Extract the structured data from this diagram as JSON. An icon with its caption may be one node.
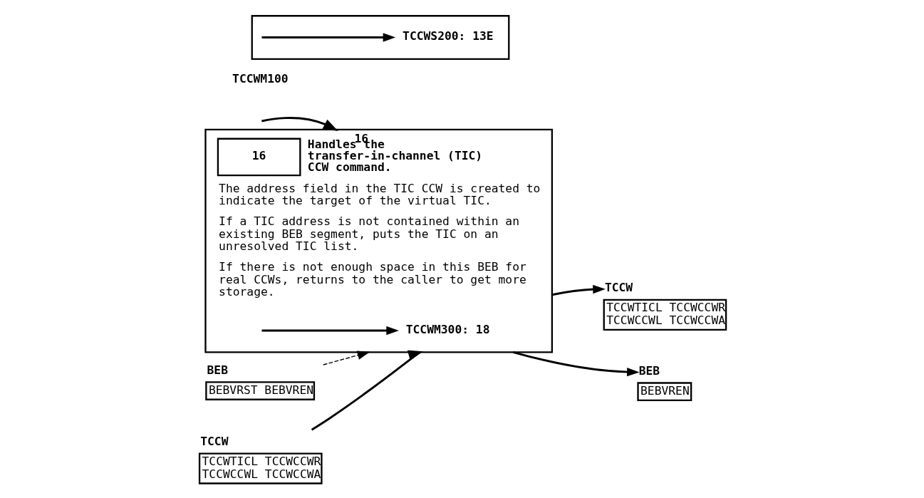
{
  "diagram": {
    "nodes": [
      {
        "text": [],
        "shape": "box"
      },
      {
        "text": [
          "TCCWS200: 13E"
        ],
        "in": 0
      },
      {
        "text": [
          "BEB",
          "BEBVRST BEBVREN"
        ]
      },
      {
        "text": [
          "TCCW",
          "TCCWTICL TCCWCCWR TCCWCCWL TCCWCCWA"
        ]
      },
      {
        "text": [
          "16",
          "Handles the transfer-in-channel (TIC) CCW command.",
          "The address field in the TIC CCW is created to indicate the target of the virtual TIC.",
          "If a TIC address is not contained within an existing BEB segment, puts the TIC on an unresolved TIC list.",
          "If there is not enough space in this BEB for real CCWs, returns to the caller to get more storage."
        ]
      },
      {
        "text": [
          "TCCWM300: 18"
        ],
        "in": 4
      },
      {
        "text": [
          "TCCW",
          "TCCWTICL TCCWCCWR TCCWCCWL TCCWCCWA"
        ]
      },
      {
        "text": [
          "BEB",
          "BEBVREN"
        ]
      }
    ],
    "edges": [
      {
        "from": null,
        "to": 1,
        "arrow": "to"
      },
      {
        "from": null,
        "to": 4,
        "arrow": "to",
        "label": "16"
      },
      {
        "from": 2,
        "to": 4,
        "arrow": "to",
        "style": "dashed"
      },
      {
        "from": 3,
        "to": 4,
        "arrow": "to"
      },
      {
        "from": 4,
        "to": 6,
        "arrow": "to"
      },
      {
        "from": 4,
        "to": 7,
        "arrow": "to"
      },
      {
        "from": null,
        "to": 5,
        "arrow": "to"
      }
    ],
    "labels": [
      "TCCWM100"
    ]
  }
}
